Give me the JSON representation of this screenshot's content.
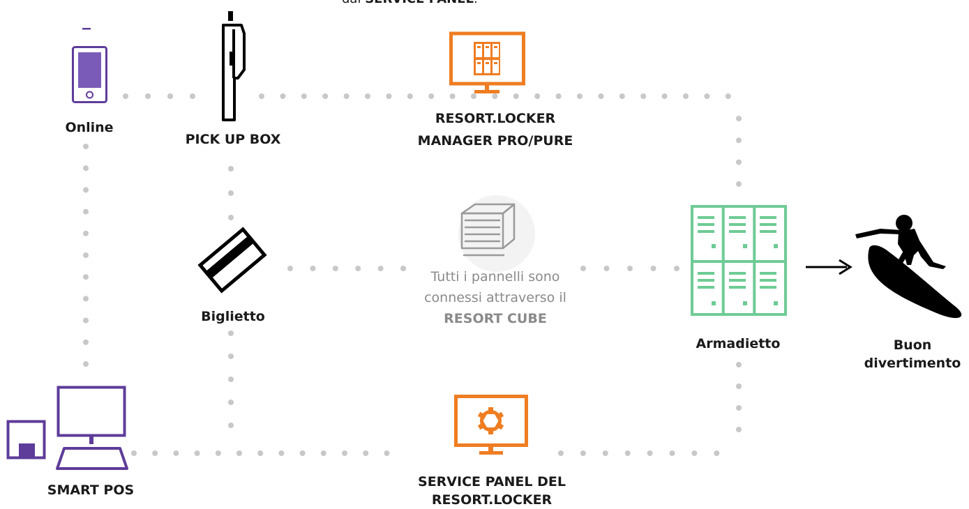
{
  "colors": {
    "dots": "#c8c8c8",
    "orange": "#ef7d22",
    "purple": "#5e3c99",
    "green": "#6ecb95",
    "black": "#000000",
    "cube": "#9a9a9a"
  },
  "top_note": {
    "prefix": "dal ",
    "strong": "SERVICE PANEL",
    "suffix": "."
  },
  "nodes": {
    "online": {
      "label": "Online",
      "icon": "smartphone-icon"
    },
    "pickup": {
      "label": "PICK UP BOX",
      "icon": "pickup-box-icon"
    },
    "manager": {
      "line1": "RESORT.LOCKER",
      "line2": "MANAGER PRO/PURE",
      "icon": "locker-monitor-icon"
    },
    "ticket": {
      "label": "Biglietto",
      "icon": "ticket-card-icon"
    },
    "cube": {
      "line1": "Tutti i pannelli sono",
      "line2": "connessi attraverso il",
      "line3": "RESORT CUBE",
      "icon": "resort-cube-icon"
    },
    "locker": {
      "label": "Armadietto",
      "icon": "locker-cabinet-icon"
    },
    "fun": {
      "line1": "Buon",
      "line2": "divertimento",
      "icon": "surfer-icon"
    },
    "pos": {
      "label": "SMART POS",
      "icon": "pos-terminal-icon"
    },
    "service": {
      "line1": "SERVICE PANEL DEL",
      "line2": "RESORT.LOCKER",
      "icon": "settings-monitor-icon"
    }
  }
}
